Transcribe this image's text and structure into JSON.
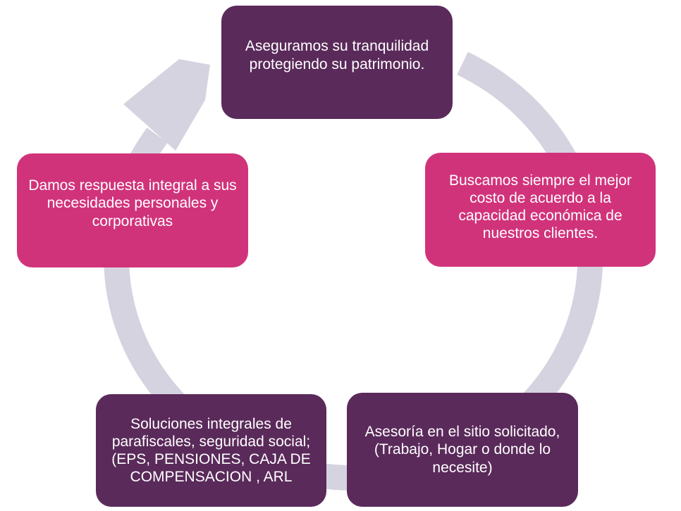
{
  "colors": {
    "purple": "#5a2a5a",
    "magenta": "#d1337b",
    "ring": "#d6d3e0"
  },
  "cycle": {
    "steps": [
      {
        "text": "Aseguramos su tranquilidad protegiendo su patrimonio."
      },
      {
        "text": "Buscamos siempre el mejor costo de acuerdo a la capacidad económica de nuestros clientes."
      },
      {
        "text": "Asesoría en el sitio solicitado, (Trabajo, Hogar o donde lo necesite)"
      },
      {
        "text": "Soluciones integrales de parafiscales, seguridad social; (EPS,  PENSIONES, CAJA DE COMPENSACION , ARL"
      },
      {
        "text": "Damos respuesta integral a sus necesidades personales y corporativas"
      }
    ]
  }
}
